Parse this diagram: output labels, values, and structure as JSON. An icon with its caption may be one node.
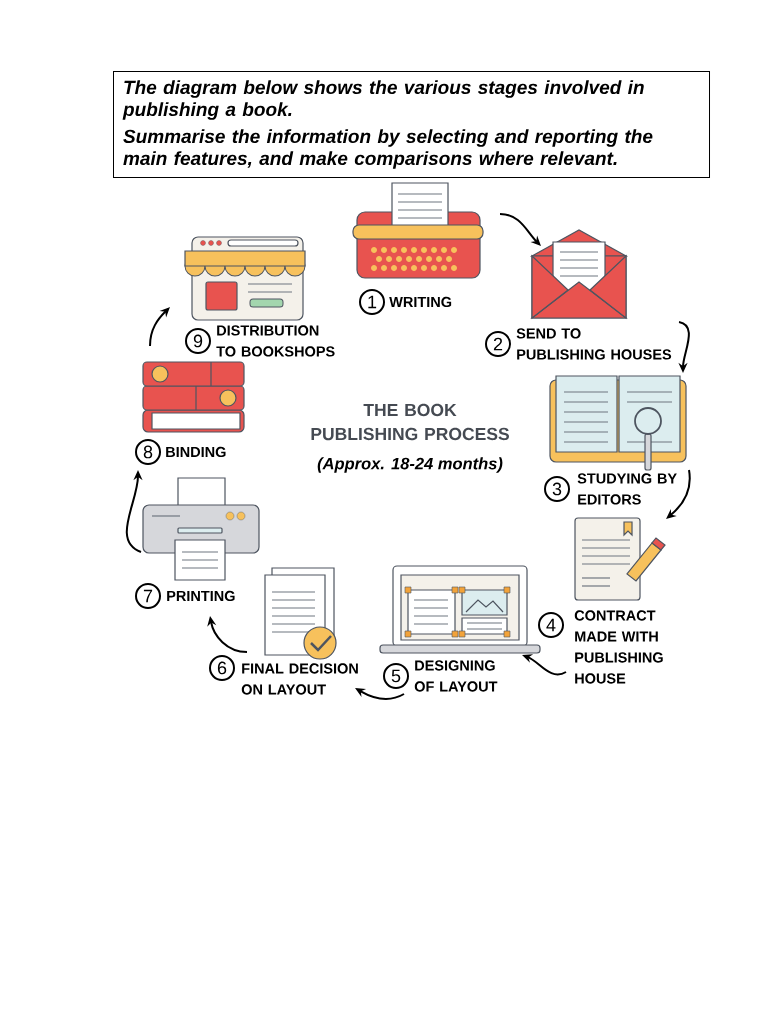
{
  "diagram": {
    "title": "THE BOOK PUBLISHING PROCESS",
    "nodes": [
      {
        "text": [
          "The diagram below shows the various stages involved in publishing a book.",
          "Summarise the information by selecting and reporting the main features, and make comparisons where relevant."
        ]
      },
      {
        "text": [
          "1",
          "WRITING"
        ]
      },
      {
        "text": [
          "2",
          "SEND TO PUBLISHING HOUSES"
        ]
      },
      {
        "text": [
          "3",
          "STUDYING BY EDITORS"
        ]
      },
      {
        "text": [
          "4",
          "CONTRACT MADE WITH PUBLISHING HOUSE"
        ]
      },
      {
        "text": [
          "5",
          "DESIGNING OF LAYOUT"
        ]
      },
      {
        "text": [
          "6",
          "FINAL DECISION ON LAYOUT"
        ]
      },
      {
        "text": [
          "7",
          "PRINTING"
        ]
      },
      {
        "text": [
          "8",
          "BINDING"
        ]
      },
      {
        "text": [
          "9",
          "DISTRIBUTION TO BOOKSHOPS"
        ]
      }
    ],
    "edges": [
      {
        "from": 1,
        "to": 2,
        "arrow": "to"
      },
      {
        "from": 2,
        "to": 3,
        "arrow": "to"
      },
      {
        "from": 3,
        "to": 4,
        "arrow": "to"
      },
      {
        "from": 4,
        "to": 5,
        "arrow": "to"
      },
      {
        "from": 5,
        "to": 6,
        "arrow": "to"
      },
      {
        "from": 6,
        "to": 7,
        "arrow": "to"
      },
      {
        "from": 7,
        "to": 8,
        "arrow": "to"
      },
      {
        "from": 8,
        "to": 9,
        "arrow": "to"
      }
    ],
    "labels": [
      "(Approx. 18-24 months)"
    ]
  }
}
